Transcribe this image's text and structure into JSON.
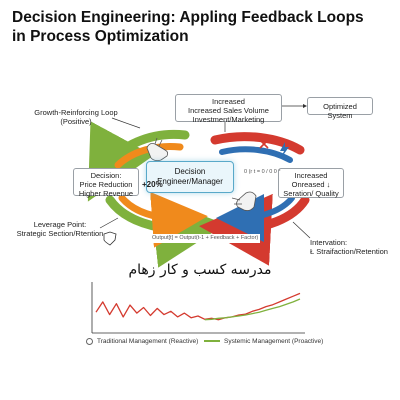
{
  "title": {
    "line1": "Decision Engineering: Appling Feedback Loops",
    "line2": "in Process Optimization"
  },
  "boxes": {
    "top_center": [
      "Increased",
      "Increased Sales Volume",
      "Investment/Marketing"
    ],
    "optimized": "Optimized System",
    "decision": [
      "Decision:",
      "Price Reduction",
      "Higher Revenue"
    ],
    "center": [
      "Decision",
      "Engineer/Manager"
    ],
    "right": [
      "Increased",
      "Onreased ↓",
      "Seration/ Quality"
    ]
  },
  "labels": {
    "growth": [
      "Growth-Reinforcing Loop",
      "(Positive)"
    ],
    "percent": "+20%",
    "leverage": [
      "Leverage Point:",
      "Strategic Section/Rtention"
    ],
    "intervation": [
      "Intervation:",
      "Ł Straifaction/Retention"
    ],
    "formula": "Output[t] = Output(t-1 + Feedback + Factor)",
    "small_formula": "0 (r t = 0 / 0 0 °",
    "arabic": "مدرسه کسب و کار زهام"
  },
  "legend": {
    "traditional": "Traditional Management (Reactive)",
    "systemic": "Systemic Management (Proactive)"
  },
  "colors": {
    "green": "#7fb13d",
    "orange": "#f08a1c",
    "red": "#d43a2f",
    "blue": "#2f6fb3",
    "center_border": "#59a9c9"
  },
  "icons": [
    "hand-pointer-icon",
    "hand-pointer-icon",
    "x-mark-icon",
    "lightning-icon",
    "shield-icon"
  ],
  "chart_data": {
    "type": "line",
    "series": [
      {
        "name": "Traditional Management (Reactive)",
        "color": "#d43a2f",
        "x": [
          0,
          1,
          2,
          3,
          4,
          5,
          6,
          7,
          8,
          9,
          10,
          11,
          12,
          13,
          14,
          15,
          16,
          17,
          18,
          19,
          20,
          21,
          22,
          23,
          24,
          25,
          26,
          27,
          28,
          29,
          30
        ],
        "values": [
          40,
          62,
          35,
          58,
          30,
          55,
          38,
          50,
          33,
          48,
          35,
          42,
          30,
          38,
          28,
          32,
          25,
          27,
          24,
          28,
          30,
          34,
          36,
          42,
          46,
          52,
          56,
          62,
          68,
          74,
          80
        ]
      },
      {
        "name": "Systemic Management (Proactive)",
        "color": "#7fb13d",
        "x": [
          16,
          17,
          18,
          19,
          20,
          21,
          22,
          23,
          24,
          25,
          26,
          27,
          28,
          29,
          30
        ],
        "values": [
          24,
          25,
          27,
          28,
          30,
          32,
          34,
          37,
          40,
          44,
          48,
          52,
          57,
          62,
          68
        ]
      }
    ],
    "ylim": [
      0,
      100
    ],
    "xlim": [
      0,
      30
    ]
  }
}
